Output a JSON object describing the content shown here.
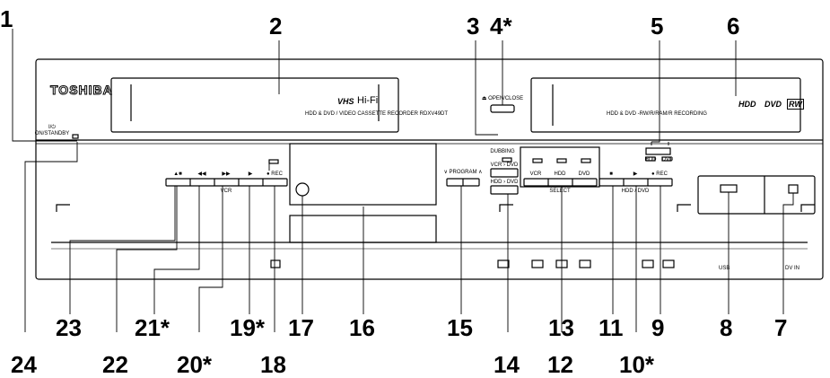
{
  "device": {
    "brand": "TOSHIBA",
    "vcr_caption": "HDD & DVD / VIDEO CASSETTE RECORDER RDXV49DT",
    "dvd_caption": "HDD & DVD -RW/R/RAM/R RECORDING",
    "vhs_logo": "VHS",
    "hifi_logo": "Hi-Fi",
    "hdd_logo": "HDD",
    "dvd_logo": "DVD",
    "rw_logo": "RW",
    "power_label": "I/⏻\nON/STANDBY",
    "open_close_label": "⏏ OPEN/CLOSE",
    "dubbing_label": "DUBBING",
    "hdd_indicator_label": "HDD",
    "dvd_indicator_label": "DVD",
    "vcr_group_label": "VCR",
    "hdd_dvd_group_label": "HDD / DVD",
    "select_group_label": "SELECT",
    "program_label": "∨ PROGRAM ∧",
    "vcr_dvd_label": "VCR › DVD",
    "hdd_dvd_label": "HDD › DVD",
    "rec_label": "● REC",
    "rec2_label": "● REC",
    "select_vcr_label": "VCR",
    "select_hdd_label": "HDD",
    "select_dvd_label": "DVD",
    "usb_label": "USB",
    "dvin_label": "DV IN",
    "eject_stop_label": "▲■",
    "rew_label": "◀◀",
    "ffw_label": "▶▶",
    "play_label": "▶",
    "stop2_label": "■",
    "play2_label": "▶"
  },
  "callouts": {
    "c1": "1",
    "c2": "2",
    "c3": "3",
    "c4": "4*",
    "c5": "5",
    "c6": "6",
    "c7": "7",
    "c8": "8",
    "c9": "9",
    "c10": "10*",
    "c11": "11",
    "c12": "12",
    "c13": "13",
    "c14": "14",
    "c15": "15",
    "c16": "16",
    "c17": "17",
    "c18": "18",
    "c19": "19*",
    "c20": "20*",
    "c21": "21*",
    "c22": "22",
    "c23": "23",
    "c24": "24"
  }
}
